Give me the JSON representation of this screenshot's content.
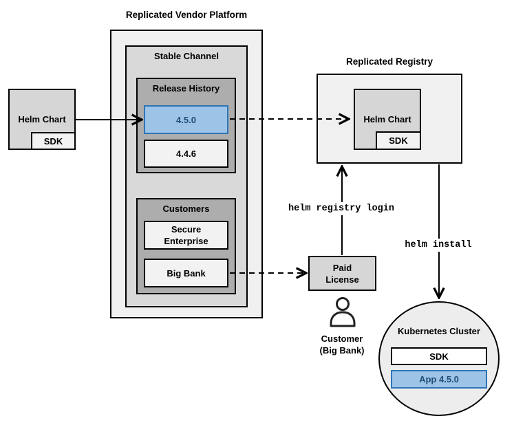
{
  "platform": {
    "title": "Replicated Vendor Platform",
    "stable_channel_title": "Stable Channel",
    "release_history_title": "Release History",
    "releases": [
      {
        "version": "4.5.0",
        "highlighted": true
      },
      {
        "version": "4.4.6",
        "highlighted": false
      }
    ],
    "customers_title": "Customers",
    "customers": [
      "Secure Enterprise",
      "Big Bank"
    ]
  },
  "source_helm_chart": {
    "label": "Helm Chart",
    "sdk": "SDK"
  },
  "registry": {
    "title": "Replicated Registry",
    "helm_chart": "Helm Chart",
    "sdk": "SDK"
  },
  "paid_license": {
    "label": "Paid License"
  },
  "customer": {
    "line1": "Customer",
    "line2": "(Big Bank)"
  },
  "commands": {
    "login": "helm registry login",
    "install": "helm install"
  },
  "cluster": {
    "title": "Kubernetes Cluster",
    "sdk": "SDK",
    "app": "App 4.5.0"
  },
  "colors": {
    "highlight_fill": "#9dc3e6",
    "highlight_border": "#2e75b6",
    "highlight_text": "#1f4e79",
    "box_border": "#000000",
    "panel_fill": "#f0f0f0",
    "channel_fill": "#d9d9d9",
    "group_fill": "#adadad"
  }
}
